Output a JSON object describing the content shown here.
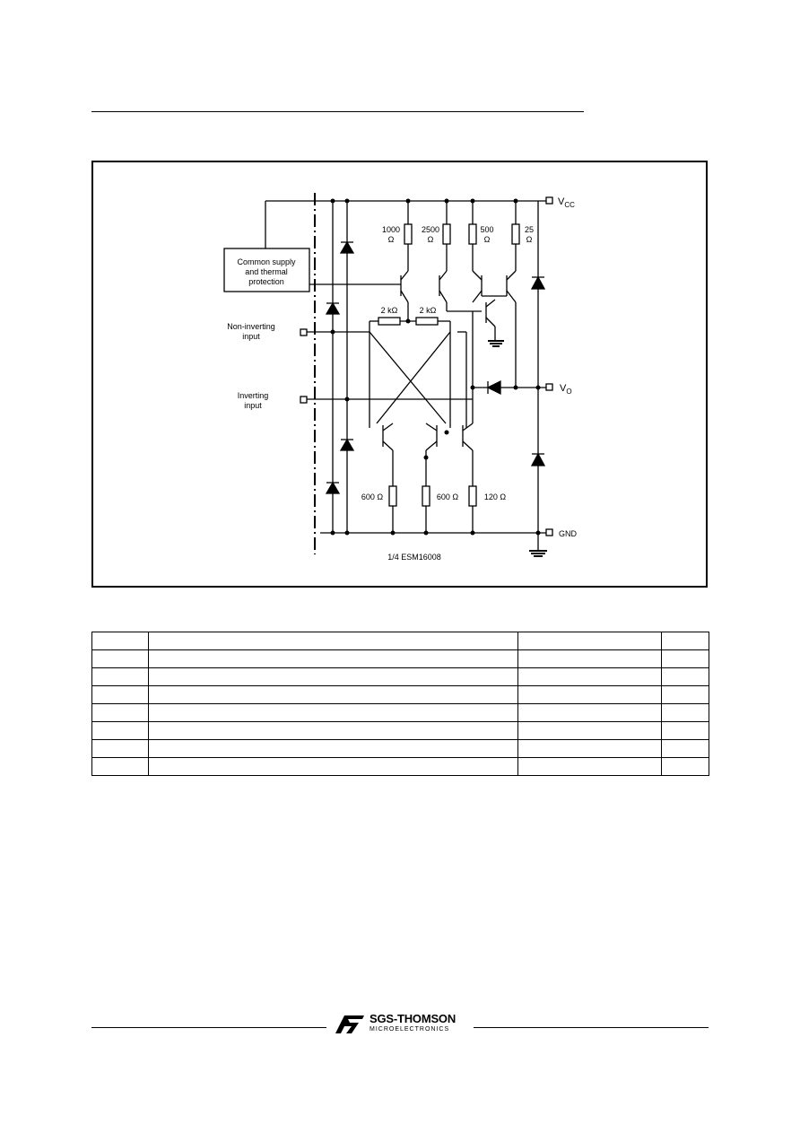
{
  "schematic": {
    "supply_label": "V",
    "supply_sub": "CC",
    "output_label": "V",
    "output_sub": "O",
    "gnd_label": "GND",
    "common_block": [
      "Common supply",
      "and thermal",
      "protection"
    ],
    "noninv_label": [
      "Non-inverting",
      "input"
    ],
    "inv_label": [
      "Inverting",
      "input"
    ],
    "r1": [
      "1000",
      "Ω"
    ],
    "r2": [
      "2500",
      "Ω"
    ],
    "r3": [
      "500",
      "Ω"
    ],
    "r4": [
      "25",
      "Ω"
    ],
    "r5": "2 kΩ",
    "r6": "2 kΩ",
    "r7": "600 Ω",
    "r8": "600 Ω",
    "r9": "120 Ω",
    "caption": "1/4 ESM16008"
  },
  "table": {
    "rows": [
      [
        "",
        "",
        "",
        ""
      ],
      [
        "",
        "",
        "",
        ""
      ],
      [
        "",
        "",
        "",
        ""
      ],
      [
        "",
        "",
        "",
        ""
      ],
      [
        "",
        "",
        "",
        ""
      ],
      [
        "",
        "",
        "",
        ""
      ],
      [
        "",
        "",
        "",
        ""
      ],
      [
        "",
        "",
        "",
        ""
      ]
    ]
  },
  "footer": {
    "brand": "SGS-THOMSON",
    "subtitle": "MICROELECTRONICS"
  }
}
